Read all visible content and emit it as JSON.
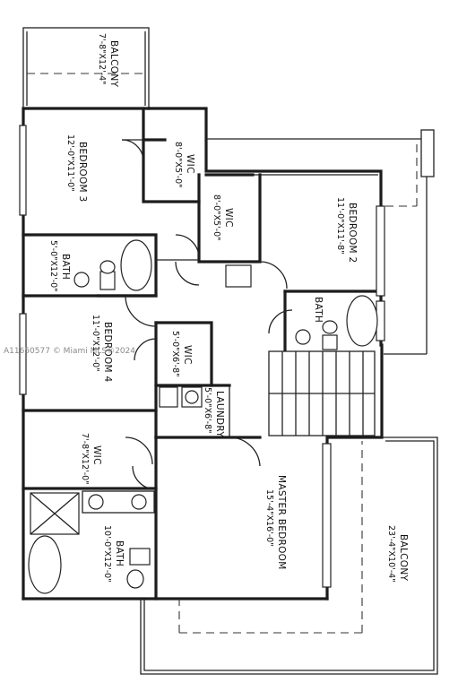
{
  "watermark": "A11650577 © Miami MLS®2024",
  "rooms": [
    {
      "key": "balcony_top",
      "name": "BALCONY",
      "dims": "7'-8\"X12'-4\""
    },
    {
      "key": "bedroom3",
      "name": "BEDROOM 3",
      "dims": "12'-0\"X11'-0\""
    },
    {
      "key": "wic_b3",
      "name": "WIC",
      "dims": "8'-0\"X5'-0\""
    },
    {
      "key": "wic_mid",
      "name": "WIC",
      "dims": "8'-0\"X5'-0\""
    },
    {
      "key": "bedroom2",
      "name": "BEDROOM 2",
      "dims": "11'-0\"X11'-8\""
    },
    {
      "key": "bath_b3",
      "name": "BATH",
      "dims": "5'-0\"X12'-0\""
    },
    {
      "key": "bath_b2",
      "name": "BATH",
      "dims": ""
    },
    {
      "key": "bedroom4",
      "name": "BEDROOM 4",
      "dims": "11'-0\"X12'-0\""
    },
    {
      "key": "wic_b4",
      "name": "WIC",
      "dims": "5'-0\"X6'-8\""
    },
    {
      "key": "laundry",
      "name": "LAUNDRY",
      "dims": "5'-0\"X6'-8\""
    },
    {
      "key": "wic_master",
      "name": "WIC",
      "dims": "7'-8\"X12'-0\""
    },
    {
      "key": "master",
      "name": "MASTER BEDROOM",
      "dims": "15'-4\"X16'-0\""
    },
    {
      "key": "bath_master",
      "name": "BATH",
      "dims": "10'-0\"X12'-0\""
    },
    {
      "key": "balcony_bottom",
      "name": "BALCONY",
      "dims": "23'-4\"X10'-4\""
    }
  ]
}
